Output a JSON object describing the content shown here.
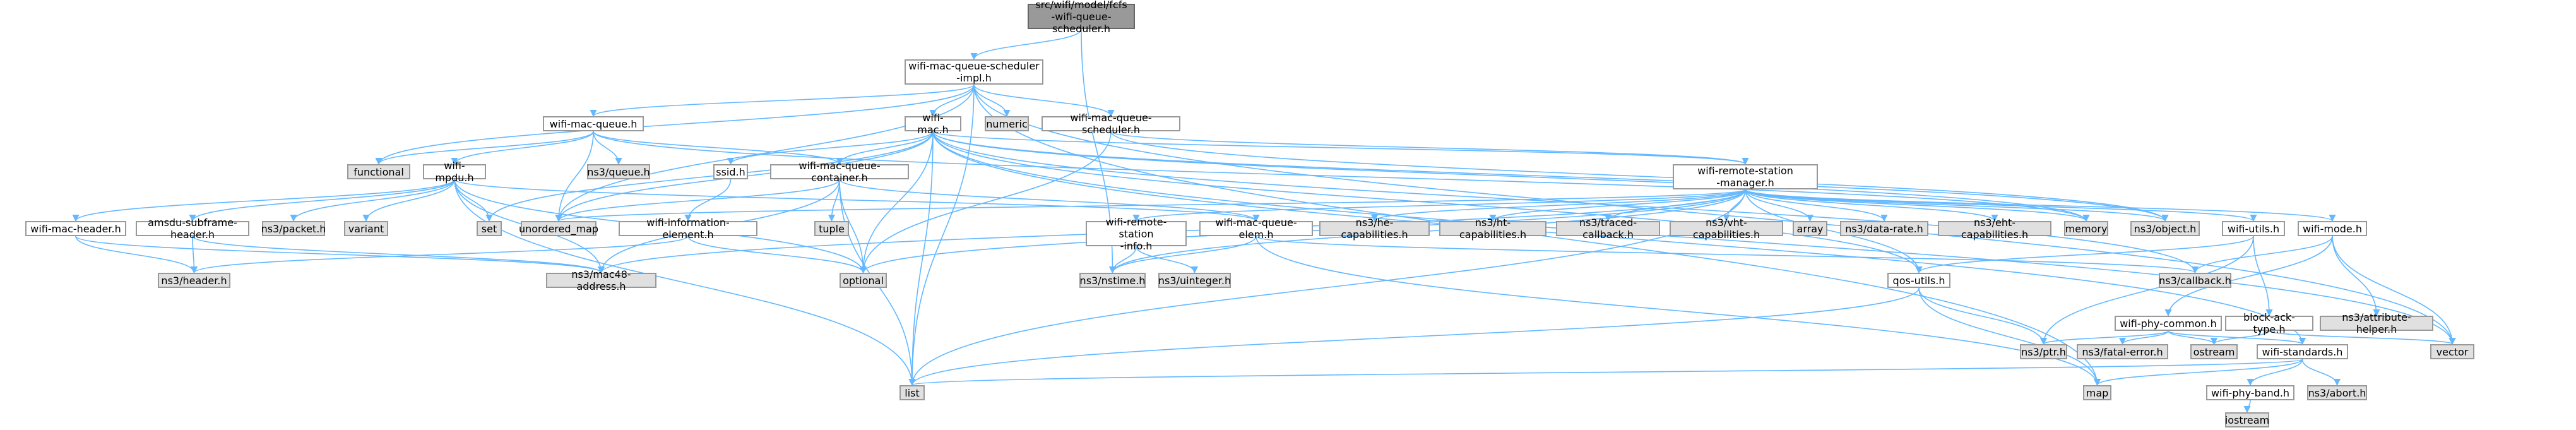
{
  "graph": {
    "edge_color": "#63b8ff",
    "nodes": {
      "root": {
        "label": "src/wifi/model/fcfs\n-wifi-queue-scheduler.h",
        "type": "root"
      },
      "sched_impl": {
        "label": "wifi-mac-queue-scheduler\n-impl.h",
        "type": "file"
      },
      "functional": {
        "label": "functional",
        "type": "external"
      },
      "wifi_mac_queue": {
        "label": "wifi-mac-queue.h",
        "type": "file"
      },
      "wifi_mac": {
        "label": "wifi-mac.h",
        "type": "file"
      },
      "numeric": {
        "label": "numeric",
        "type": "external"
      },
      "sched": {
        "label": "wifi-mac-queue-scheduler.h",
        "type": "file"
      },
      "queue": {
        "label": "ns3/queue.h",
        "type": "external"
      },
      "mpdu": {
        "label": "wifi-mpdu.h",
        "type": "file"
      },
      "ssid": {
        "label": "ssid.h",
        "type": "file"
      },
      "container": {
        "label": "wifi-mac-queue-container.h",
        "type": "file"
      },
      "rsm": {
        "label": "wifi-remote-station\n-manager.h",
        "type": "file"
      },
      "mac_header": {
        "label": "wifi-mac-header.h",
        "type": "file"
      },
      "amsdu": {
        "label": "amsdu-subframe-header.h",
        "type": "file"
      },
      "packet": {
        "label": "ns3/packet.h",
        "type": "external"
      },
      "variant": {
        "label": "variant",
        "type": "external"
      },
      "set": {
        "label": "set",
        "type": "external"
      },
      "umap": {
        "label": "unordered_map",
        "type": "external"
      },
      "info_el": {
        "label": "wifi-information-element.h",
        "type": "file"
      },
      "tuple": {
        "label": "tuple",
        "type": "external"
      },
      "rs_info": {
        "label": "wifi-remote-station\n-info.h",
        "type": "file"
      },
      "queue_elem": {
        "label": "wifi-mac-queue-elem.h",
        "type": "file"
      },
      "he_cap": {
        "label": "ns3/he-capabilities.h",
        "type": "external"
      },
      "ht_cap": {
        "label": "ns3/ht-capabilities.h",
        "type": "external"
      },
      "traced_cb": {
        "label": "ns3/traced-callback.h",
        "type": "external"
      },
      "vht_cap": {
        "label": "ns3/vht-capabilities.h",
        "type": "external"
      },
      "array": {
        "label": "array",
        "type": "external"
      },
      "data_rate": {
        "label": "ns3/data-rate.h",
        "type": "external"
      },
      "eht_cap": {
        "label": "ns3/eht-capabilities.h",
        "type": "external"
      },
      "memory": {
        "label": "memory",
        "type": "external"
      },
      "object": {
        "label": "ns3/object.h",
        "type": "external"
      },
      "wifi_utils": {
        "label": "wifi-utils.h",
        "type": "file"
      },
      "wifi_mode": {
        "label": "wifi-mode.h",
        "type": "file"
      },
      "header": {
        "label": "ns3/header.h",
        "type": "external"
      },
      "mac48": {
        "label": "ns3/mac48-address.h",
        "type": "external"
      },
      "optional": {
        "label": "optional",
        "type": "external"
      },
      "nstime": {
        "label": "ns3/nstime.h",
        "type": "external"
      },
      "uinteger": {
        "label": "ns3/uinteger.h",
        "type": "external"
      },
      "qos_utils": {
        "label": "qos-utils.h",
        "type": "file"
      },
      "callback": {
        "label": "ns3/callback.h",
        "type": "external"
      },
      "phy_common": {
        "label": "wifi-phy-common.h",
        "type": "file"
      },
      "block_ack": {
        "label": "block-ack-type.h",
        "type": "file"
      },
      "attr_helper": {
        "label": "ns3/attribute-helper.h",
        "type": "external"
      },
      "vector": {
        "label": "vector",
        "type": "external"
      },
      "ptr": {
        "label": "ns3/ptr.h",
        "type": "external"
      },
      "fatal_error": {
        "label": "ns3/fatal-error.h",
        "type": "external"
      },
      "ostream": {
        "label": "ostream",
        "type": "external"
      },
      "standards": {
        "label": "wifi-standards.h",
        "type": "file"
      },
      "list": {
        "label": "list",
        "type": "external"
      },
      "map": {
        "label": "map",
        "type": "external"
      },
      "phy_band": {
        "label": "wifi-phy-band.h",
        "type": "file"
      },
      "abort": {
        "label": "ns3/abort.h",
        "type": "external"
      },
      "iostream": {
        "label": "iostream",
        "type": "external"
      }
    },
    "edges": [
      [
        "root",
        "sched_impl"
      ],
      [
        "root",
        "nstime"
      ],
      [
        "sched_impl",
        "functional"
      ],
      [
        "sched_impl",
        "wifi_mac_queue"
      ],
      [
        "sched_impl",
        "wifi_mac"
      ],
      [
        "sched_impl",
        "numeric"
      ],
      [
        "sched_impl",
        "sched"
      ],
      [
        "sched_impl",
        "umap"
      ],
      [
        "sched_impl",
        "list"
      ],
      [
        "sched_impl",
        "vector"
      ],
      [
        "sched_impl",
        "map"
      ],
      [
        "wifi_mac_queue",
        "functional"
      ],
      [
        "wifi_mac_queue",
        "queue"
      ],
      [
        "wifi_mac_queue",
        "mpdu"
      ],
      [
        "wifi_mac_queue",
        "container"
      ],
      [
        "wifi_mac_queue",
        "umap"
      ],
      [
        "wifi_mac_queue",
        "memory"
      ],
      [
        "wifi_mac",
        "ssid"
      ],
      [
        "wifi_mac",
        "container"
      ],
      [
        "wifi_mac",
        "rsm"
      ],
      [
        "wifi_mac",
        "set"
      ],
      [
        "wifi_mac",
        "umap"
      ],
      [
        "wifi_mac",
        "optional"
      ],
      [
        "wifi_mac",
        "list"
      ],
      [
        "wifi_mac",
        "memory"
      ],
      [
        "wifi_mac",
        "object"
      ],
      [
        "wifi_mac",
        "vector"
      ],
      [
        "wifi_mac",
        "callback"
      ],
      [
        "wifi_mac",
        "standards"
      ],
      [
        "wifi_mac",
        "qos_utils"
      ],
      [
        "sched",
        "rsm"
      ],
      [
        "sched",
        "optional"
      ],
      [
        "sched",
        "object"
      ],
      [
        "mpdu",
        "mac_header"
      ],
      [
        "mpdu",
        "amsdu"
      ],
      [
        "mpdu",
        "packet"
      ],
      [
        "mpdu",
        "variant"
      ],
      [
        "mpdu",
        "set"
      ],
      [
        "mpdu",
        "mac48"
      ],
      [
        "mpdu",
        "list"
      ],
      [
        "mpdu",
        "optional"
      ],
      [
        "mpdu",
        "queue_elem"
      ],
      [
        "ssid",
        "info_el"
      ],
      [
        "container",
        "umap"
      ],
      [
        "container",
        "tuple"
      ],
      [
        "container",
        "optional"
      ],
      [
        "container",
        "list"
      ],
      [
        "container",
        "mac48"
      ],
      [
        "container",
        "queue_elem"
      ],
      [
        "rsm",
        "umap"
      ],
      [
        "rsm",
        "rs_info"
      ],
      [
        "rsm",
        "he_cap"
      ],
      [
        "rsm",
        "ht_cap"
      ],
      [
        "rsm",
        "traced_cb"
      ],
      [
        "rsm",
        "vht_cap"
      ],
      [
        "rsm",
        "array"
      ],
      [
        "rsm",
        "data_rate"
      ],
      [
        "rsm",
        "eht_cap"
      ],
      [
        "rsm",
        "memory"
      ],
      [
        "rsm",
        "object"
      ],
      [
        "rsm",
        "wifi_utils"
      ],
      [
        "rsm",
        "wifi_mode"
      ],
      [
        "rsm",
        "mac48"
      ],
      [
        "rsm",
        "optional"
      ],
      [
        "rsm",
        "nstime"
      ],
      [
        "rsm",
        "qos_utils"
      ],
      [
        "rsm",
        "list"
      ],
      [
        "mac_header",
        "header"
      ],
      [
        "mac_header",
        "mac48"
      ],
      [
        "amsdu",
        "header"
      ],
      [
        "amsdu",
        "mac48"
      ],
      [
        "info_el",
        "header"
      ],
      [
        "info_el",
        "optional"
      ],
      [
        "rs_info",
        "nstime"
      ],
      [
        "rs_info",
        "uinteger"
      ],
      [
        "queue_elem",
        "nstime"
      ],
      [
        "queue_elem",
        "callback"
      ],
      [
        "queue_elem",
        "map"
      ],
      [
        "wifi_utils",
        "qos_utils"
      ],
      [
        "wifi_utils",
        "block_ack"
      ],
      [
        "wifi_utils",
        "ptr"
      ],
      [
        "wifi_mode",
        "phy_common"
      ],
      [
        "wifi_mode",
        "attr_helper"
      ],
      [
        "wifi_mode",
        "vector"
      ],
      [
        "wifi_mode",
        "callback"
      ],
      [
        "qos_utils",
        "ptr"
      ],
      [
        "qos_utils",
        "map"
      ],
      [
        "qos_utils",
        "list"
      ],
      [
        "phy_common",
        "ptr"
      ],
      [
        "phy_common",
        "fatal_error"
      ],
      [
        "phy_common",
        "ostream"
      ],
      [
        "phy_common",
        "standards"
      ],
      [
        "block_ack",
        "ostream"
      ],
      [
        "block_ack",
        "vector"
      ],
      [
        "standards",
        "list"
      ],
      [
        "standards",
        "map"
      ],
      [
        "standards",
        "phy_band"
      ],
      [
        "standards",
        "abort"
      ],
      [
        "phy_band",
        "iostream"
      ]
    ]
  }
}
